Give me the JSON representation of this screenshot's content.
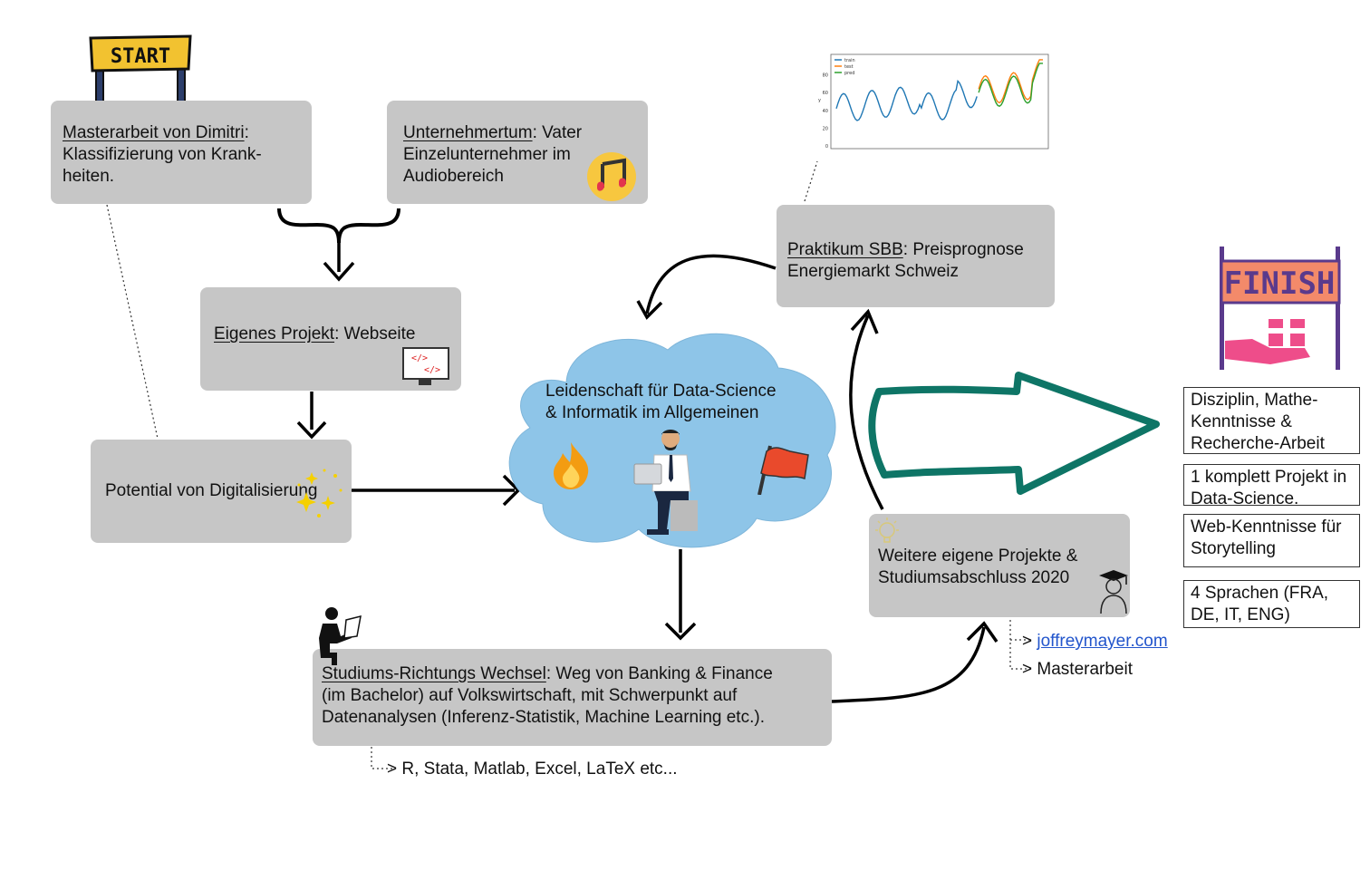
{
  "start_label": "START",
  "finish_label": "FINISH",
  "boxes": {
    "masterarbeit": {
      "head": "Masterarbeit von Dimitri",
      "rest1": ":",
      "line2": "Klassifizierung von Krank-",
      "line3": "heiten."
    },
    "unternehmertum": {
      "head": "Unternehmertum",
      "rest1": ": Vater",
      "line2": "Einzelunternehmer im",
      "line3": "Audiobereich"
    },
    "eigenes": {
      "head": "Eigenes Projekt",
      "rest1": ": Webseite",
      "code1": "</>",
      "code2": "</>"
    },
    "potential": {
      "text": "Potential von Digitalisierung"
    },
    "praktikum": {
      "head": "Praktikum SBB",
      "rest1": ": Preisprognose",
      "line2": "Energiemarkt Schweiz"
    },
    "studium": {
      "head": "Studiums-Richtungs Wechsel",
      "rest1": ": Weg von Banking & Finance",
      "line2": "(im Bachelor) auf Volkswirtschaft, mit Schwerpunkt auf",
      "line3": "Datenanalysen (Inferenz-Statistik, Machine Learning etc.)."
    },
    "weitere": {
      "line1": "Weitere eigene Projekte &",
      "line2": "Studiumsabschluss 2020"
    }
  },
  "cloud": {
    "line1": "Leidenschaft für Data-Science",
    "line2": "& Informatik im Allgemeinen"
  },
  "notes": {
    "tools": "> R, Stata, Matlab, Excel, LaTeX etc...",
    "link_prefix": ">",
    "link": "joffreymayer.com",
    "masterarbeit_prefix": ">",
    "masterarbeit": "Masterarbeit"
  },
  "outcomes": [
    "Disziplin, Mathe-Kenntnisse & Recherche-Arbeit",
    "1 komplett Projekt in Data-Science.",
    "Web-Kenntnisse für Storytelling",
    "4 Sprachen (FRA, DE, IT, ENG)"
  ],
  "chart_data": {
    "type": "line",
    "title": "",
    "xlabel": "",
    "ylabel": "y",
    "ylim": [
      0,
      100
    ],
    "yticks": [
      "0",
      "20",
      "40",
      "60",
      "80"
    ],
    "legend_position": "top-left",
    "series": [
      {
        "name": "train",
        "color": "#1f77b4"
      },
      {
        "name": "test",
        "color": "#ff7f0e"
      },
      {
        "name": "pred",
        "color": "#2ca02c"
      }
    ]
  },
  "colors": {
    "box": "#c6c6c6",
    "cloud": "#8ec5e8",
    "big_arrow": "#0e7566",
    "link": "#2255cc"
  },
  "icons": [
    "start-banner-icon",
    "finish-banner-icon",
    "music-note-icon",
    "code-monitor-icon",
    "sparkles-icon",
    "fire-icon",
    "flag-icon",
    "person-laptop-icon",
    "reading-person-icon",
    "lightbulb-icon",
    "graduate-icon",
    "gift-hand-icon"
  ]
}
